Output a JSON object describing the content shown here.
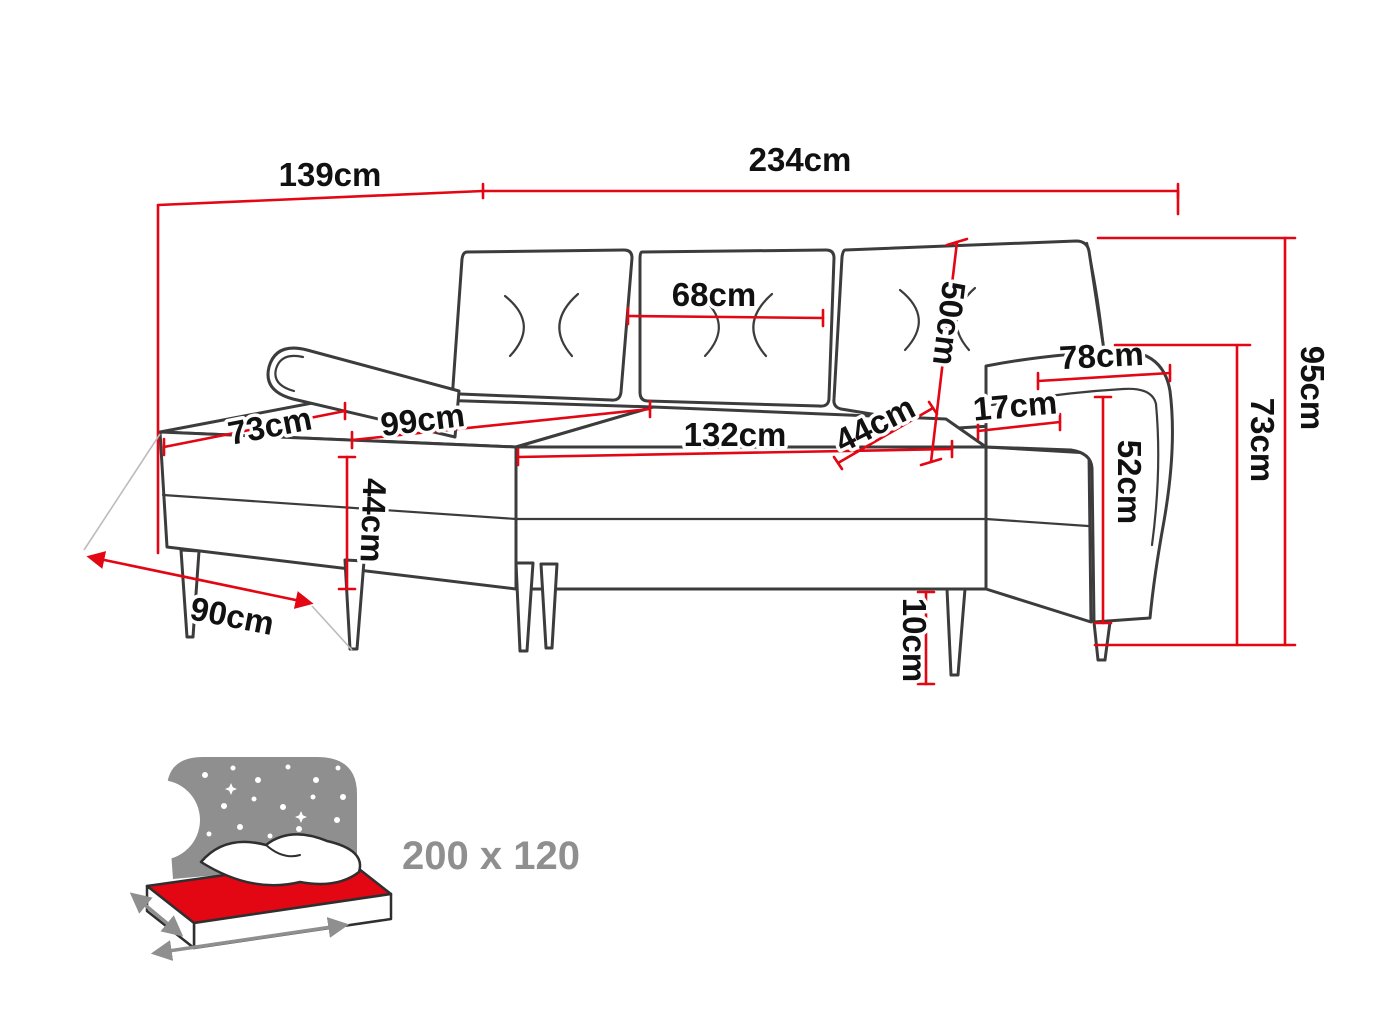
{
  "title": "Corner sofa dimension diagram",
  "colors": {
    "dimension_red": "#e30613",
    "outline": "#3c3c3c",
    "icon_gray": "#8f8f8f",
    "label": "#111111"
  },
  "icons": {
    "sleeping_function": "bed-night-sky-icon"
  },
  "dimensions": {
    "corner_depth": "139cm",
    "total_width": "234cm",
    "back_cushion_width": "68cm",
    "backrest_height": "50cm",
    "armrest_depth": "78cm",
    "armrest_width": "17cm",
    "total_height": "95cm",
    "armrest_height": "73cm",
    "chaise_end_width": "73cm",
    "chaise_seat_length": "99cm",
    "seat_width": "132cm",
    "seat_depth": "44cm",
    "seat_height": "44cm",
    "side_height": "52cm",
    "chaise_floor_depth": "90cm",
    "leg_height": "10cm"
  },
  "sleeping_area": {
    "label": "200 x 120"
  }
}
